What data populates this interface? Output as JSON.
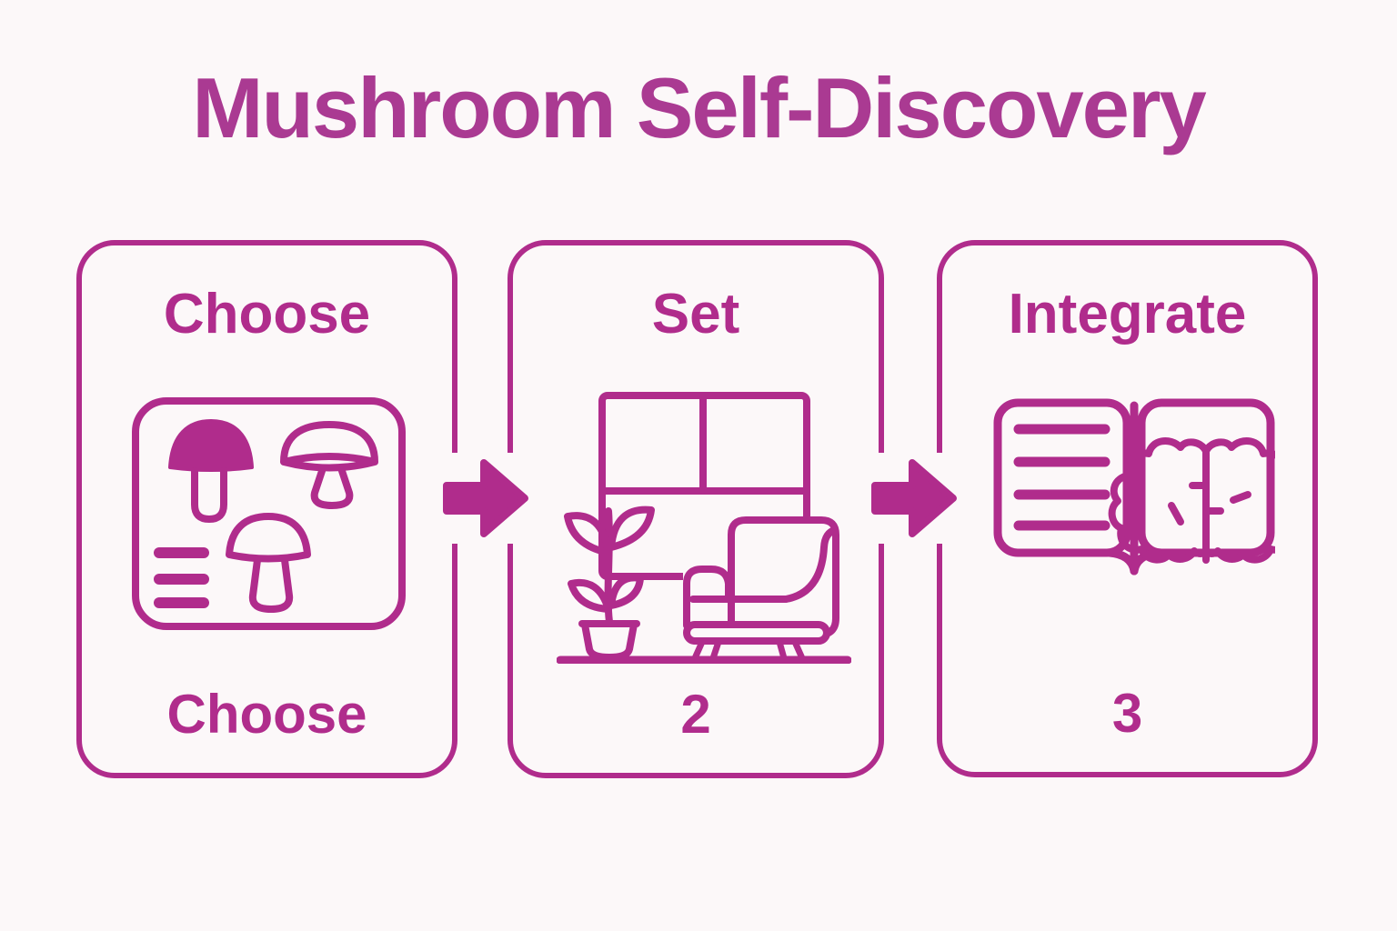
{
  "title": "Mushroom Self-Discovery",
  "colors": {
    "bg": "#fcf8f9",
    "ink": "#b02c8c",
    "title_ink": "#aa3a92"
  },
  "steps": [
    {
      "heading": "Choose",
      "label": "Choose",
      "icon": "mushroom-id-card-icon"
    },
    {
      "heading": "Set",
      "label": "2",
      "icon": "living-room-icon"
    },
    {
      "heading": "Integrate",
      "label": "3",
      "icon": "open-book-brain-icon"
    }
  ],
  "arrows": [
    {
      "icon": "arrow-right-icon"
    },
    {
      "icon": "arrow-right-icon"
    }
  ]
}
